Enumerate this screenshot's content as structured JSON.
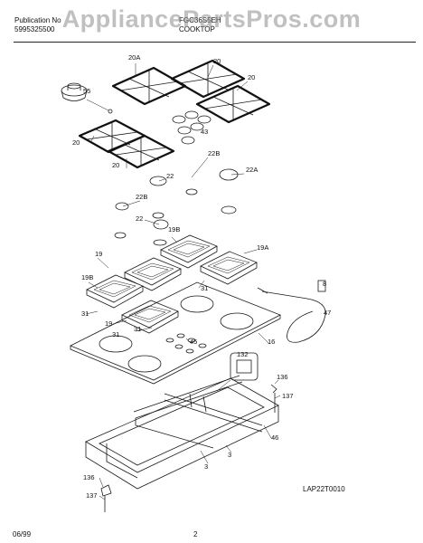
{
  "header": {
    "publication_label": "Publication No",
    "publication_no": "5995325500",
    "model": "FGC36S5EH",
    "section": "COOKTOP"
  },
  "watermark": "AppliancePartsPros.com",
  "diagram": {
    "callouts": [
      "20A",
      "20",
      "20",
      "55",
      "43",
      "20",
      "20",
      "22B",
      "22",
      "22A",
      "22B",
      "22",
      "19B",
      "19",
      "19A",
      "19B",
      "31",
      "31",
      "8",
      "47",
      "31",
      "19",
      "31",
      "16",
      "45",
      "132",
      "136",
      "137",
      "3",
      "3",
      "46",
      "136",
      "137"
    ],
    "code": "LAP22T0010"
  },
  "footer": {
    "date": "06/99",
    "page": "2"
  }
}
